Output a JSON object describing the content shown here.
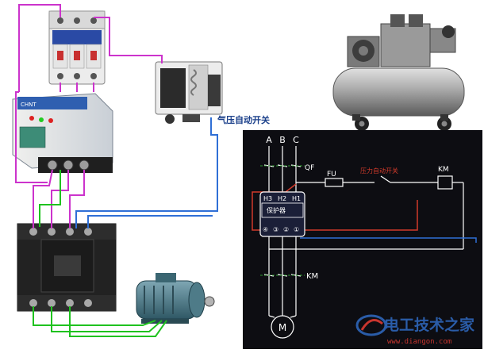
{
  "labels": {
    "pressure_switch": "气压自动开关",
    "phases": [
      "A",
      "B",
      "C"
    ],
    "breaker": "QF",
    "fuse": "FU",
    "switch": "压力自动开关",
    "coil": "KM",
    "protector": "保护器",
    "protector_top_terminals": [
      "H3",
      "H2",
      "H1"
    ],
    "protector_bottom_terminals": [
      "④",
      "③",
      "②",
      "①"
    ],
    "contactor": "KM",
    "motor": "M"
  },
  "watermark": {
    "title": "电工技术之家",
    "url": "www.diangon.com"
  },
  "colors": {
    "schematic_bg": "#0d0d12",
    "wire_magenta": "#cc33cc",
    "wire_green": "#1fc21f",
    "wire_blue": "#2f6fd6",
    "schematic_red": "#d23a2a",
    "schematic_line": "#ffffff",
    "pressure_label": "#1a3f8a"
  },
  "icons": {
    "breaker": "circuit-breaker-icon",
    "pressure_switch": "pressure-switch-icon",
    "compressor": "air-compressor-icon",
    "protector": "motor-protector-icon",
    "contactor": "contactor-icon",
    "motor": "electric-motor-icon"
  }
}
